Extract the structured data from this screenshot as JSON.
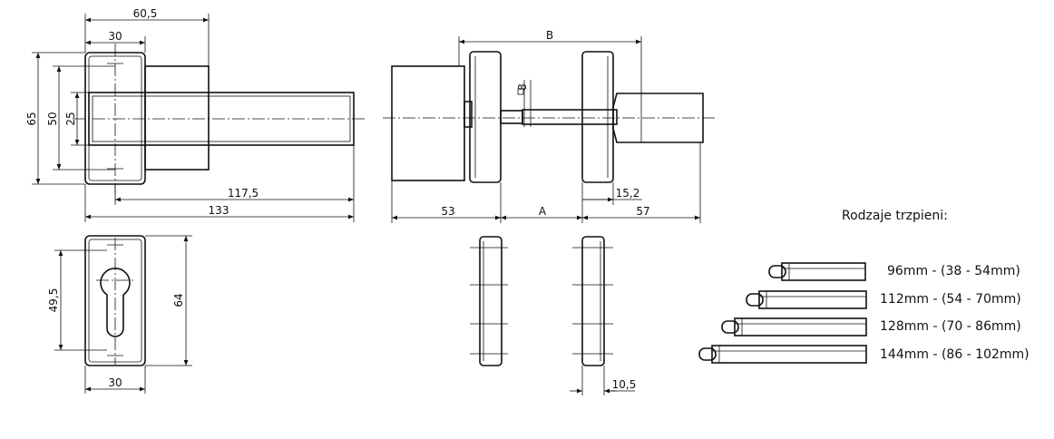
{
  "dimensions": {
    "d_60_5": "60,5",
    "d_30_top": "30",
    "d_65": "65",
    "d_50": "50",
    "d_25": "25",
    "d_117_5": "117,5",
    "d_133": "133",
    "d_B": "B",
    "d_8": "8",
    "d_53": "53",
    "d_A": "A",
    "d_57": "57",
    "d_15_2": "15,2",
    "d_49_5": "49,5",
    "d_64": "64",
    "d_30_bottom": "30",
    "d_10_5": "10,5"
  },
  "spindles": {
    "title": "Rodzaje trzpieni:",
    "items": [
      {
        "label": "96mm  - (38 - 54mm)"
      },
      {
        "label": "112mm  - (54 - 70mm)"
      },
      {
        "label": "128mm  - (70 - 86mm)"
      },
      {
        "label": "144mm  - (86 - 102mm)"
      }
    ]
  }
}
